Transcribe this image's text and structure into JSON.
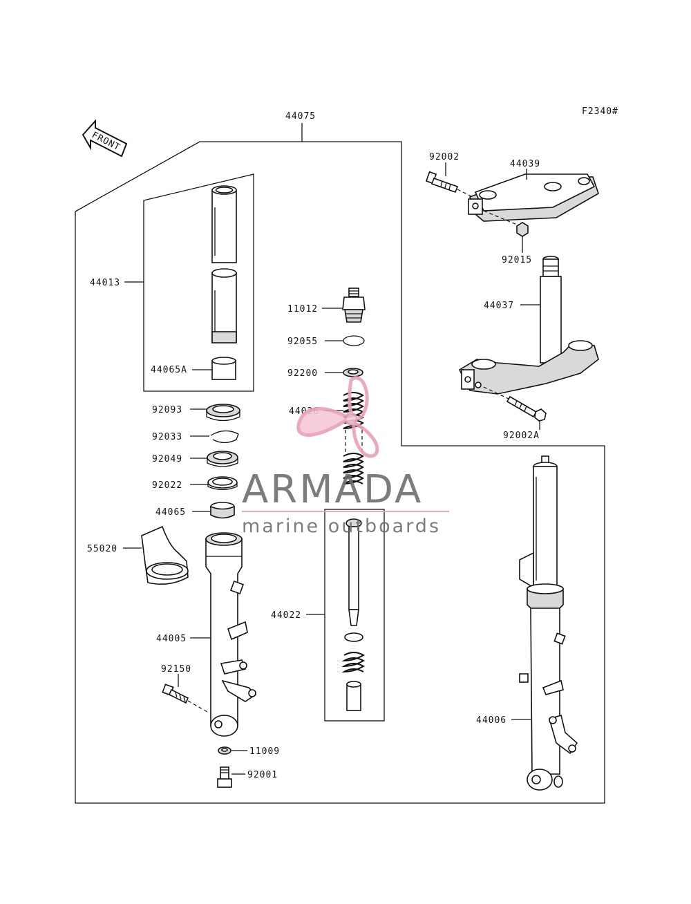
{
  "figure_code": "F2340#",
  "front_label": "FRONT",
  "watermark": {
    "title": "ARMADA",
    "subtitle": "marine outboards",
    "brand_color": "#e8a0bb"
  },
  "parts": {
    "p44075": "44075",
    "p44013": "44013",
    "p44065A": "44065A",
    "p92093": "92093",
    "p92033": "92033",
    "p92049": "92049",
    "p92022": "92022",
    "p44065": "44065",
    "p55020": "55020",
    "p44005": "44005",
    "p92150": "92150",
    "p11009": "11009",
    "p92001": "92001",
    "p11012": "11012",
    "p92055": "92055",
    "p92200": "92200",
    "p44026": "44026",
    "p44022": "44022",
    "p92002": "92002",
    "p44039": "44039",
    "p92015": "92015",
    "p44037": "44037",
    "p92002A": "92002A",
    "p44006": "44006"
  }
}
